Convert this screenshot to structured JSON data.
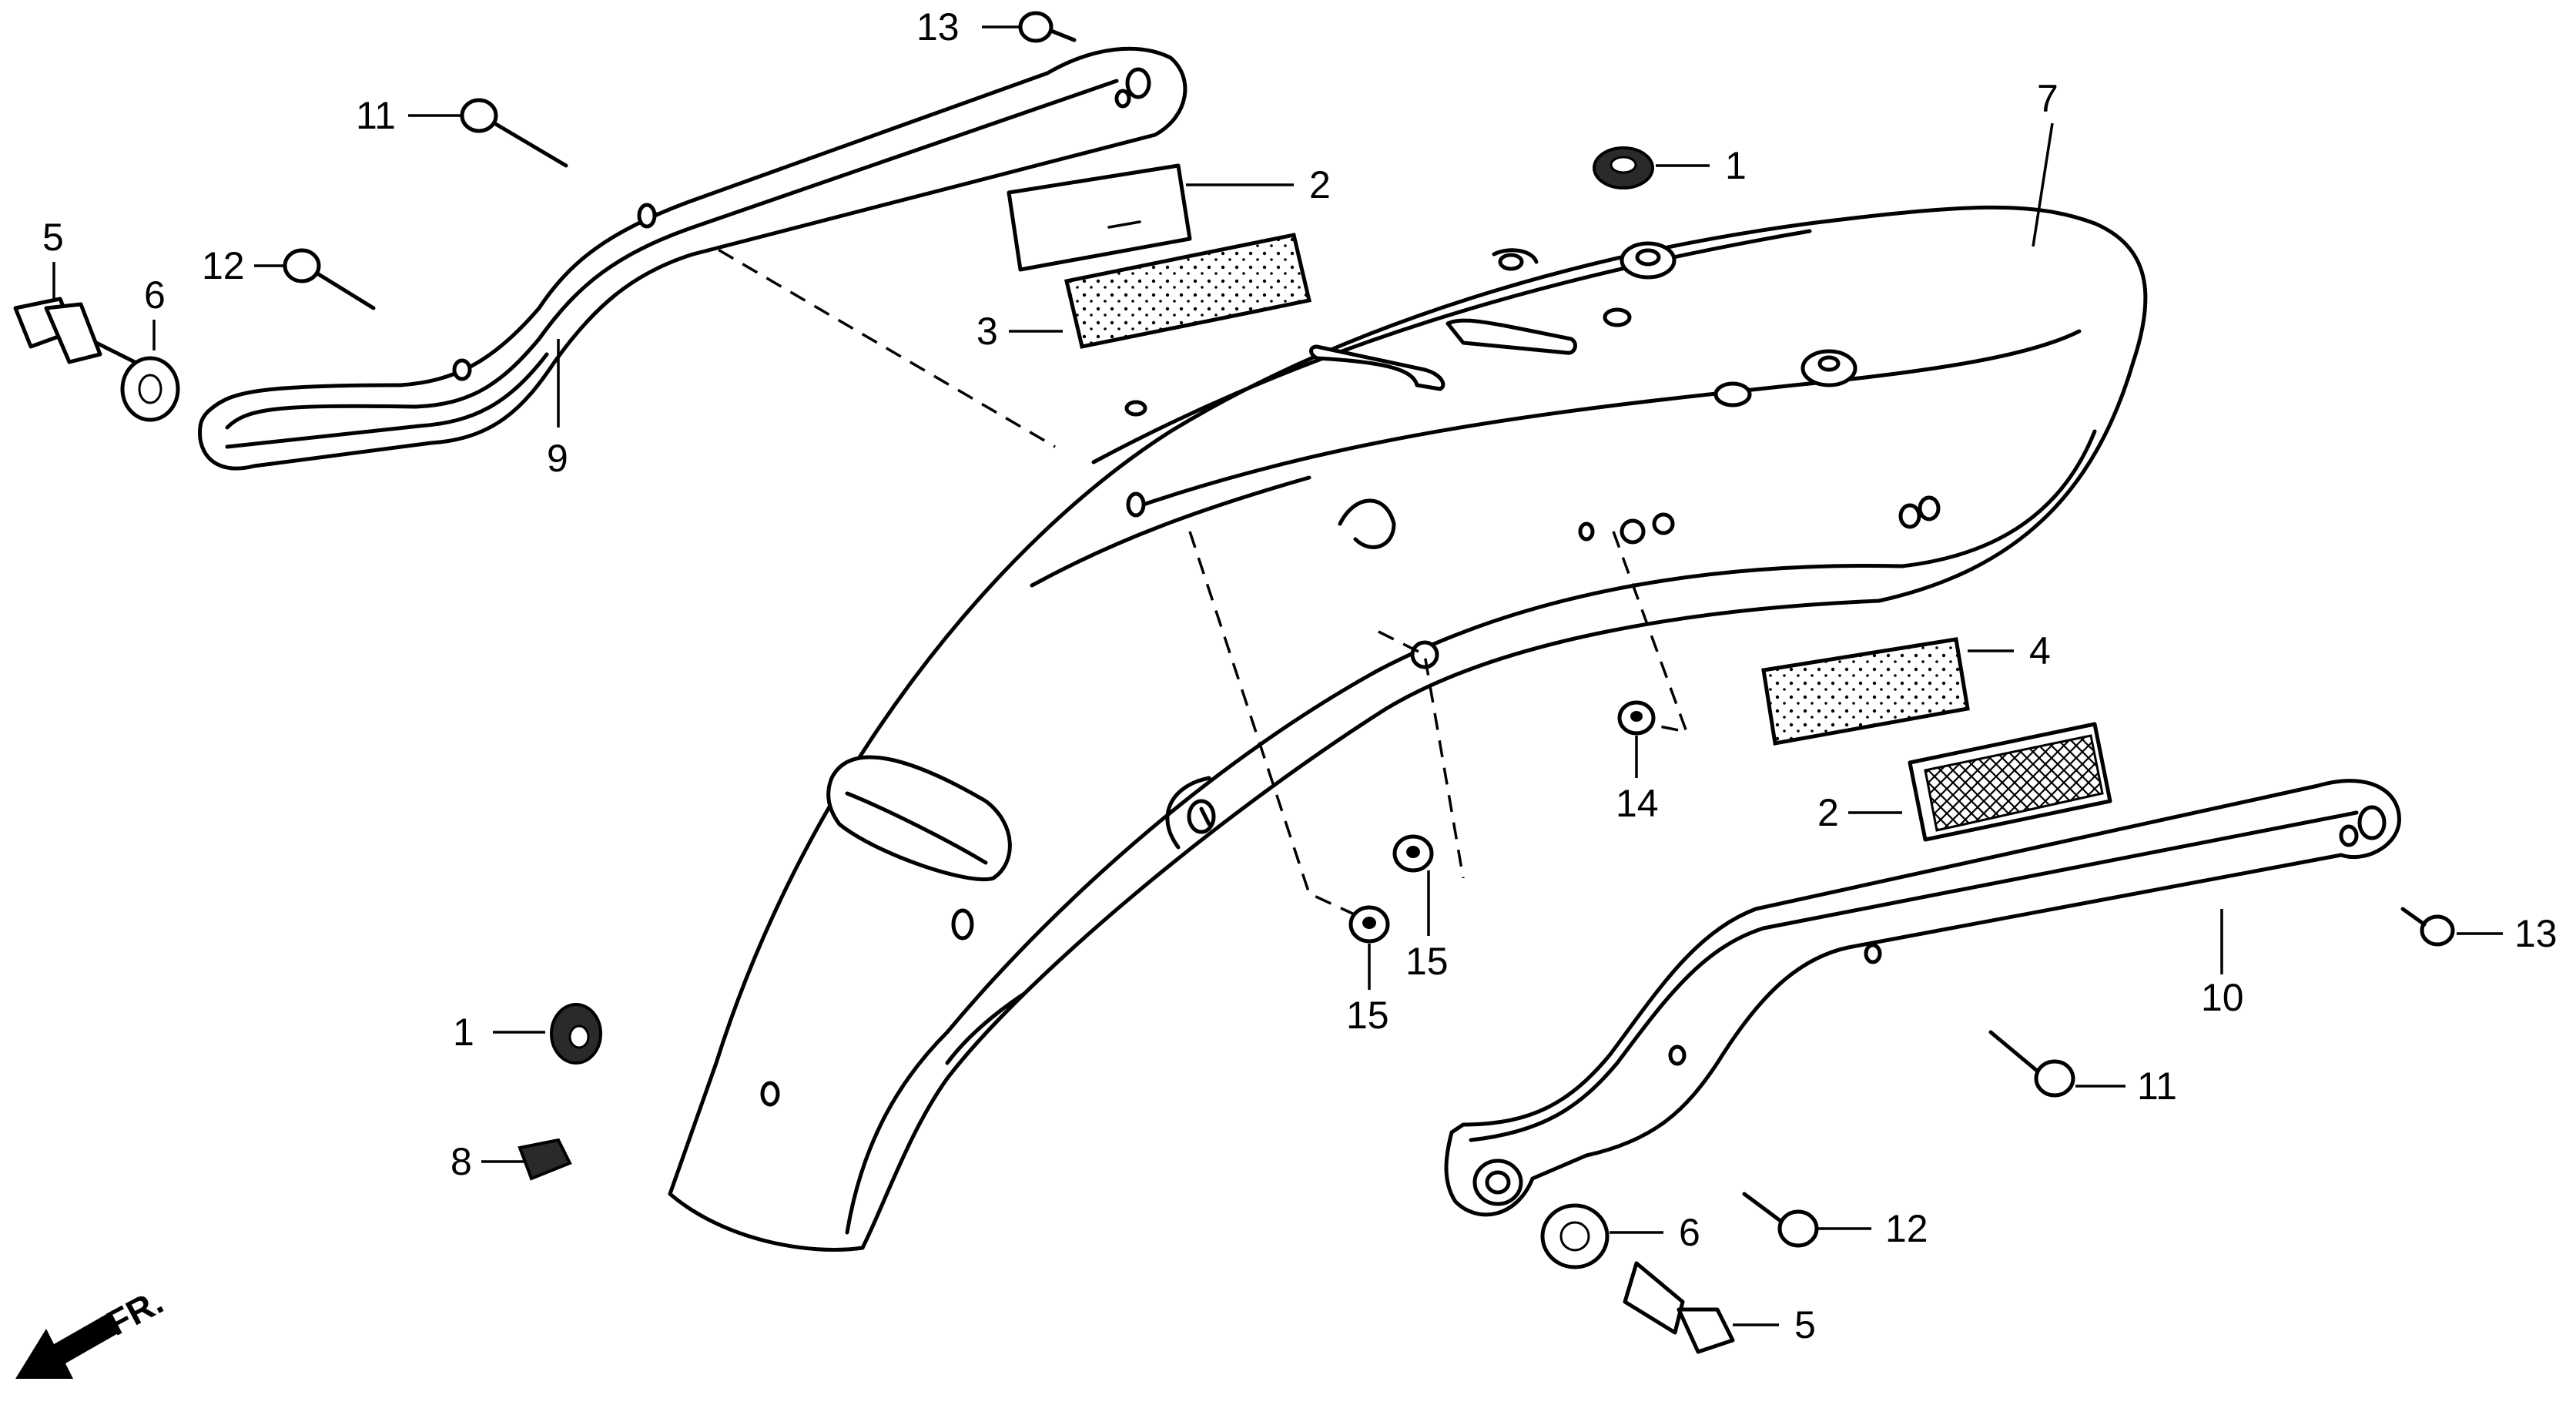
{
  "diagram": {
    "direction_label": "FR.",
    "callouts": [
      {
        "id": "c1a",
        "text": "1"
      },
      {
        "id": "c1b",
        "text": "1"
      },
      {
        "id": "c2a",
        "text": "2"
      },
      {
        "id": "c2b",
        "text": "2"
      },
      {
        "id": "c3",
        "text": "3"
      },
      {
        "id": "c4",
        "text": "4"
      },
      {
        "id": "c5a",
        "text": "5"
      },
      {
        "id": "c5b",
        "text": "5"
      },
      {
        "id": "c6a",
        "text": "6"
      },
      {
        "id": "c6b",
        "text": "6"
      },
      {
        "id": "c7",
        "text": "7"
      },
      {
        "id": "c8",
        "text": "8"
      },
      {
        "id": "c9",
        "text": "9"
      },
      {
        "id": "c10",
        "text": "10"
      },
      {
        "id": "c11a",
        "text": "11"
      },
      {
        "id": "c11b",
        "text": "11"
      },
      {
        "id": "c12a",
        "text": "12"
      },
      {
        "id": "c12b",
        "text": "12"
      },
      {
        "id": "c13a",
        "text": "13"
      },
      {
        "id": "c13b",
        "text": "13"
      },
      {
        "id": "c14",
        "text": "14"
      },
      {
        "id": "c15a",
        "text": "15"
      },
      {
        "id": "c15b",
        "text": "15"
      }
    ]
  }
}
